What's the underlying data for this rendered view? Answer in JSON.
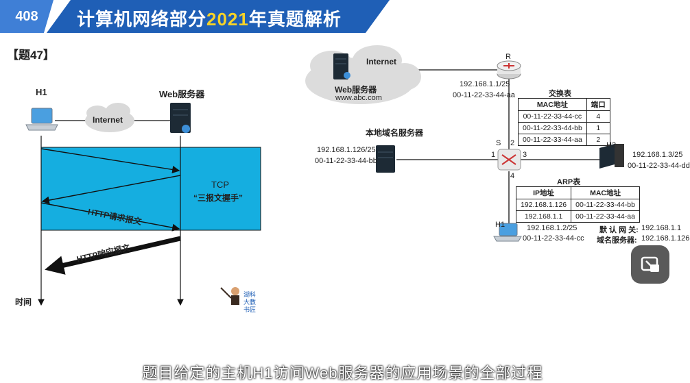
{
  "header": {
    "badge": "408",
    "title_pre": "计算机网络部分",
    "title_year": "2021",
    "title_post": "年真题解析"
  },
  "question_label": "【题47】",
  "left": {
    "h1": "H1",
    "web_server": "Web服务器",
    "internet": "Internet",
    "tcp": "TCP",
    "handshake": "“三报文握手”",
    "http_request": "HTTP请求报文",
    "http_response": "HTTP响应报文",
    "time": "时间",
    "logo_text": "湖科大教书匠"
  },
  "right": {
    "internet": "Internet",
    "web_server": "Web服务器",
    "web_url": "www.abc.com",
    "router_label": "R",
    "router_ip": "192.168.1.1/25",
    "router_mac": "00-11-22-33-44-aa",
    "switch_label": "S",
    "port_1": "1",
    "port_2": "2",
    "port_3": "3",
    "port_4": "4",
    "dns_label": "本地域名服务器",
    "dns_ip": "192.168.1.126/25",
    "dns_mac": "00-11-22-33-44-bb",
    "h2_label": "H2",
    "h2_ip": "192.168.1.3/25",
    "h2_mac": "00-11-22-33-44-dd",
    "h1_label": "H1",
    "h1_ip": "192.168.1.2/25",
    "h1_mac": "00-11-22-33-44-cc",
    "gateway_label": "默 认 网 关:",
    "gateway_value": "192.168.1.1",
    "dns_server_label": "域名服务器:",
    "dns_server_value": "192.168.1.126",
    "switch_table": {
      "title": "交换表",
      "headers": [
        "MAC地址",
        "端口"
      ],
      "rows": [
        [
          "00-11-22-33-44-cc",
          "4"
        ],
        [
          "00-11-22-33-44-bb",
          "1"
        ],
        [
          "00-11-22-33-44-aa",
          "2"
        ]
      ]
    },
    "arp_table": {
      "title": "ARP表",
      "headers": [
        "IP地址",
        "MAC地址"
      ],
      "rows": [
        [
          "192.168.1.126",
          "00-11-22-33-44-bb"
        ],
        [
          "192.168.1.1",
          "00-11-22-33-44-aa"
        ]
      ]
    }
  },
  "subtitle": "题目给定的主机H1访问Web服务器的应用场景的全部过程",
  "colors": {
    "header_blue": "#1f5fb6",
    "badge_blue": "#3f7fd6",
    "year_yellow": "#f5d229",
    "handshake_cyan": "#15aee0"
  }
}
